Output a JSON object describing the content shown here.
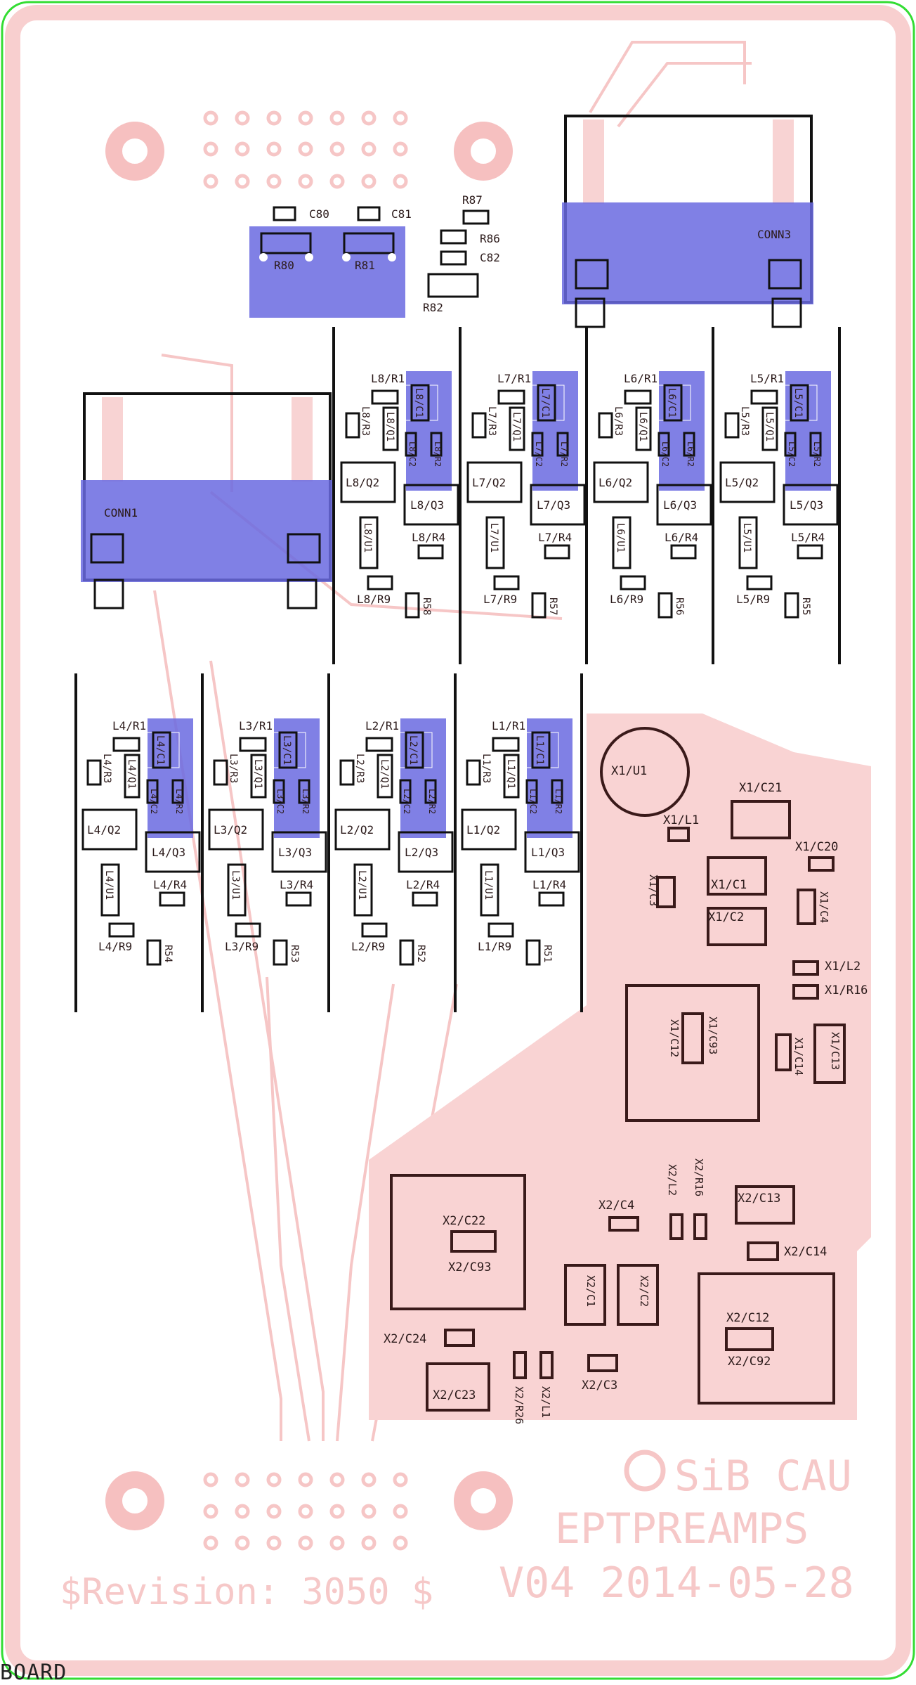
{
  "board_label": "BOARD",
  "texts": {
    "top_caps": [
      "C80",
      "C81"
    ],
    "top_res": [
      "R80",
      "R81"
    ],
    "misc": [
      "R87",
      "R86",
      "C82",
      "R82"
    ],
    "conn": [
      "CONN1",
      "CONN3"
    ],
    "rev": "$Revision: 3050 $",
    "logo1": "SiB CAU",
    "logo2": "EPTPREAMPS",
    "logo3": "V04 2014-05-28"
  },
  "upper_channels": [
    {
      "id": "L8",
      "r1": "L8/R1",
      "c1": "L8/C1",
      "r3": "L8/R3",
      "q1": "L8/Q1",
      "c2": "L8/C2",
      "r2": "L8/R2",
      "q2": "L8/Q2",
      "q3": "L8/Q3",
      "u1": "L8/U1",
      "r4": "L8/R4",
      "r9": "L8/R9",
      "r5": "R58"
    },
    {
      "id": "L7",
      "r1": "L7/R1",
      "c1": "L7/C1",
      "r3": "L7/R3",
      "q1": "L7/Q1",
      "c2": "L7/C2",
      "r2": "L7/R2",
      "q2": "L7/Q2",
      "q3": "L7/Q3",
      "u1": "L7/U1",
      "r4": "L7/R4",
      "r9": "L7/R9",
      "r5": "R57"
    },
    {
      "id": "L6",
      "r1": "L6/R1",
      "c1": "L6/C1",
      "r3": "L6/R3",
      "q1": "L6/Q1",
      "c2": "L6/C2",
      "r2": "L6/R2",
      "q2": "L6/Q2",
      "q3": "L6/Q3",
      "u1": "L6/U1",
      "r4": "L6/R4",
      "r9": "L6/R9",
      "r5": "R56"
    },
    {
      "id": "L5",
      "r1": "L5/R1",
      "c1": "L5/C1",
      "r3": "L5/R3",
      "q1": "L5/Q1",
      "c2": "L5/C2",
      "r2": "L5/R2",
      "q2": "L5/Q2",
      "q3": "L5/Q3",
      "u1": "L5/U1",
      "r4": "L5/R4",
      "r9": "L5/R9",
      "r5": "R55"
    }
  ],
  "lower_channels": [
    {
      "id": "L4",
      "r1": "L4/R1",
      "c1": "L4/C1",
      "r3": "L4/R3",
      "q1": "L4/Q1",
      "c2": "L4/C2",
      "r2": "L4/R2",
      "q2": "L4/Q2",
      "q3": "L4/Q3",
      "u1": "L4/U1",
      "r4": "L4/R4",
      "r9": "L4/R9",
      "r5": "R54"
    },
    {
      "id": "L3",
      "r1": "L3/R1",
      "c1": "L3/C1",
      "r3": "L3/R3",
      "q1": "L3/Q1",
      "c2": "L3/C2",
      "r2": "L3/R2",
      "q2": "L3/Q2",
      "q3": "L3/Q3",
      "u1": "L3/U1",
      "r4": "L3/R4",
      "r9": "L3/R9",
      "r5": "R53"
    },
    {
      "id": "L2",
      "r1": "L2/R1",
      "c1": "L2/C1",
      "r3": "L2/R3",
      "q1": "L2/Q1",
      "c2": "L2/C2",
      "r2": "L2/R2",
      "q2": "L2/Q2",
      "q3": "L2/Q3",
      "u1": "L2/U1",
      "r4": "L2/R4",
      "r9": "L2/R9",
      "r5": "R52"
    },
    {
      "id": "L1",
      "r1": "L1/R1",
      "c1": "L1/C1",
      "r3": "L1/R3",
      "q1": "L1/Q1",
      "c2": "L1/C2",
      "r2": "L1/R2",
      "q2": "L1/Q2",
      "q3": "L1/Q3",
      "u1": "L1/U1",
      "r4": "L1/R4",
      "r9": "L1/R9",
      "r5": "R51"
    }
  ],
  "x1": {
    "u1": "X1/U1",
    "c21": "X1/C21",
    "l1": "X1/L1",
    "c20": "X1/C20",
    "c3": "X1/C3",
    "c1": "X1/C1",
    "c4": "X1/C4",
    "c2": "X1/C2",
    "l2": "X1/L2",
    "r16": "X1/R16",
    "c12": "X1/C12",
    "c93": "X1/C93",
    "c13": "X1/C13",
    "c14": "X1/C14"
  },
  "x2": {
    "l2": "X2/L2",
    "r16": "X2/R16",
    "c4": "X2/C4",
    "c13": "X2/C13",
    "c22": "X2/C22",
    "c93": "X2/C93",
    "c14": "X2/C14",
    "c1": "X2/C1",
    "c2": "X2/C2",
    "c12": "X2/C12",
    "c92": "X2/C92",
    "c24": "X2/C24",
    "c23": "X2/C23",
    "r26": "X2/R26",
    "l1": "X2/L1",
    "c3": "X2/C3"
  },
  "colors": {
    "board_edge": "#33dd33",
    "copper": "#f8cfcf",
    "highlight": "#6a6ae0",
    "silk": "#2b1a1a"
  }
}
